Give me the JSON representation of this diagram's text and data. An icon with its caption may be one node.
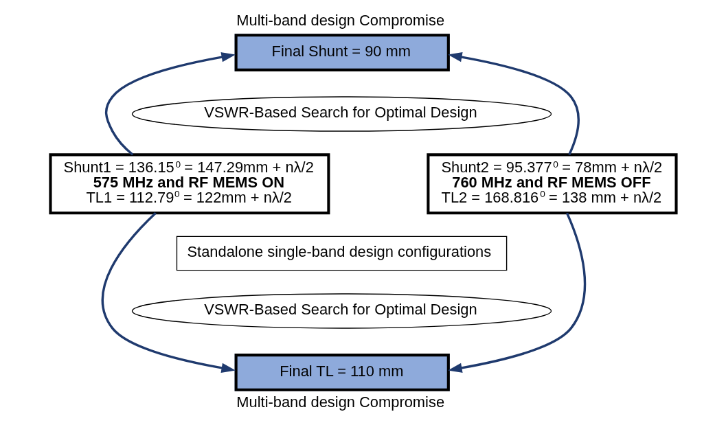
{
  "diagram": {
    "nodes": [
      {
        "text": [
          "Multi-band design Compromise",
          "Final Shunt = 90 mm"
        ]
      },
      {
        "text": [
          "VSWR-Based Search for Optimal Design"
        ]
      },
      {
        "text": [
          "Shunt1 = 136.15$^{0}$ = 147.29mm + nλ/2",
          "575 MHz and RF MEMS ON",
          "TL1 = 112.79$^{0}$ = 122mm + nλ/2"
        ]
      },
      {
        "text": [
          "Shunt2 = 95.377$^{0}$ = 78mm + nλ/2",
          "760 MHz and RF MEMS OFF",
          "TL2 = 168.816$^{0}$ = 138 mm + nλ/2"
        ]
      },
      {
        "text": [
          "Standalone single-band design configurations"
        ]
      },
      {
        "text": [
          "VSWR-Based Search for Optimal Design"
        ]
      },
      {
        "text": [
          "Final TL = 110 mm",
          "Multi-band design Compromise"
        ]
      }
    ],
    "edges": [
      {
        "from": 2,
        "to": 0,
        "arrow": "to"
      },
      {
        "from": 3,
        "to": 0,
        "arrow": "to"
      },
      {
        "from": 2,
        "to": 6,
        "arrow": "to"
      },
      {
        "from": 3,
        "to": 6,
        "arrow": "to"
      }
    ]
  }
}
